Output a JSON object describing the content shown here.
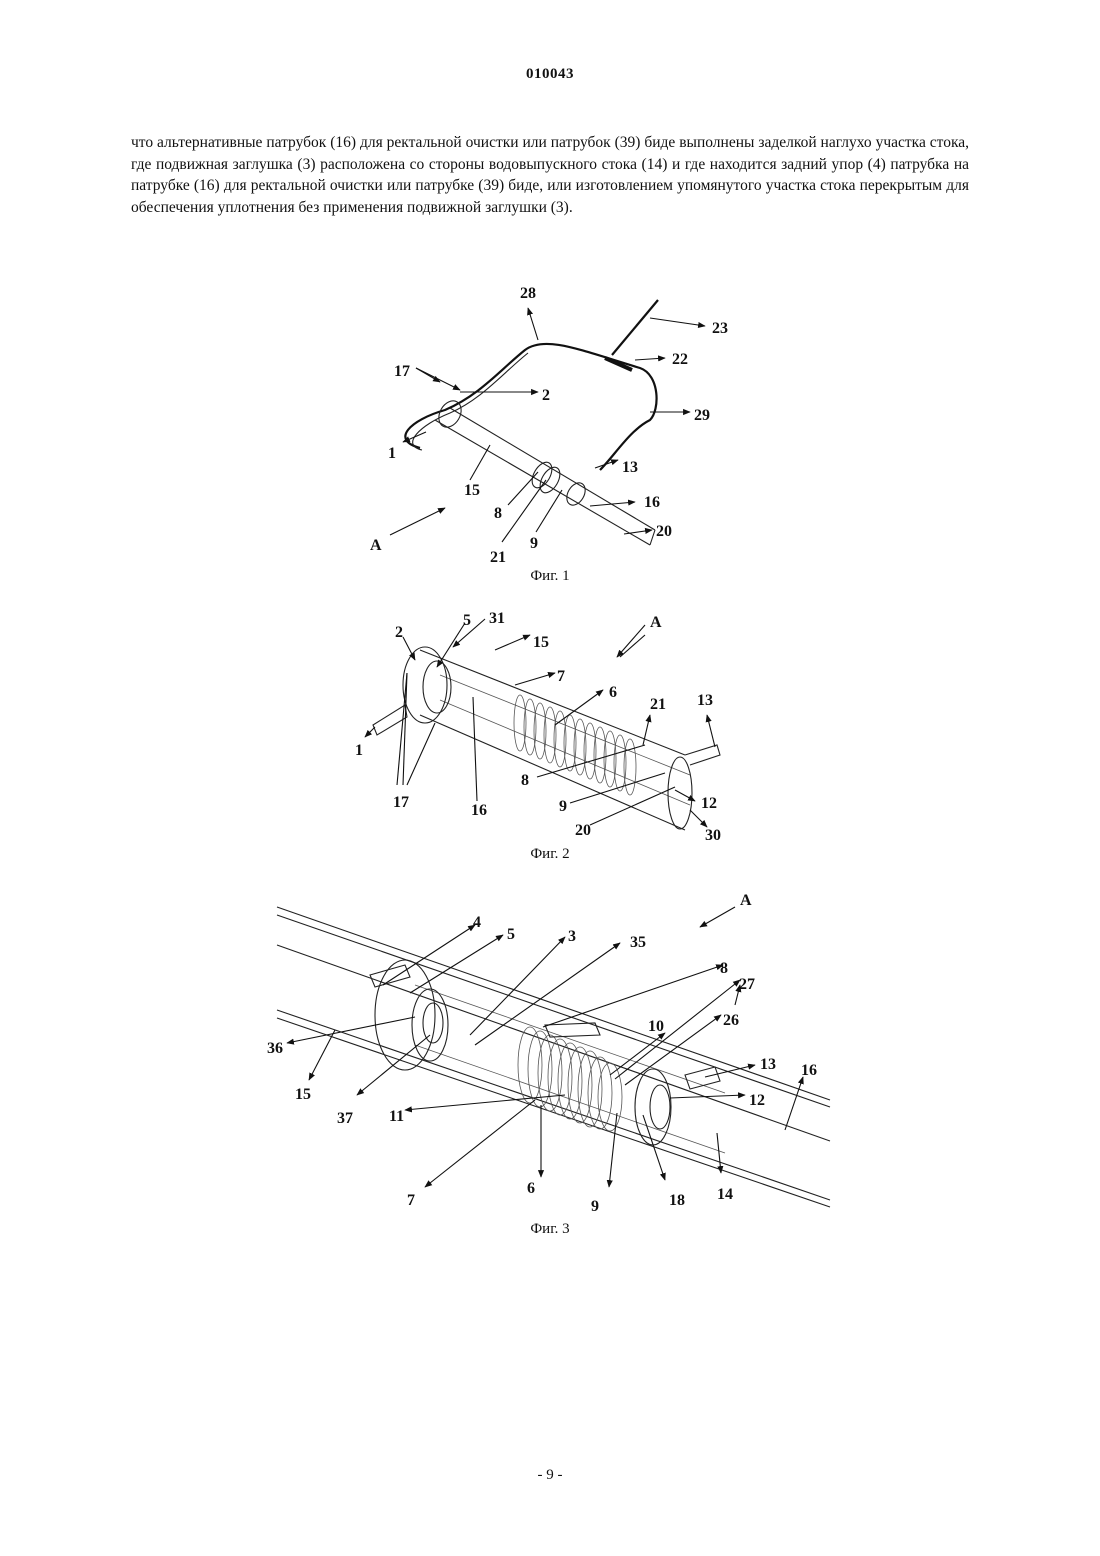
{
  "document": {
    "number": "010043",
    "paragraph": "что альтернативные патрубок (16) для ректальной очистки или патрубок (39) биде выполнены заделкой наглухо участка стока, где подвижная заглушка (3) расположена со стороны водовыпускного стока (14) и где находится задний упор (4) патрубка на патрубке (16) для ректальной очистки или патрубке (39) биде, или изготовлением упомянутого участка стока перекрытым для обеспечения уплотнения без применения подвижной заглушки (3).",
    "page_number": "- 9 -"
  },
  "figures": [
    {
      "caption": "Фиг. 1",
      "labels": [
        "28",
        "23",
        "22",
        "17",
        "2",
        "29",
        "1",
        "13",
        "15",
        "16",
        "8",
        "9",
        "21",
        "20",
        "A"
      ]
    },
    {
      "caption": "Фиг. 2",
      "labels": [
        "5",
        "31",
        "2",
        "15",
        "A",
        "7",
        "6",
        "21",
        "13",
        "1",
        "8",
        "17",
        "16",
        "9",
        "12",
        "20",
        "30"
      ]
    },
    {
      "caption": "Фиг. 3",
      "labels": [
        "A",
        "4",
        "5",
        "3",
        "35",
        "8",
        "27",
        "10",
        "26",
        "36",
        "13",
        "16",
        "15",
        "12",
        "37",
        "11",
        "7",
        "6",
        "9",
        "18",
        "14"
      ]
    }
  ]
}
